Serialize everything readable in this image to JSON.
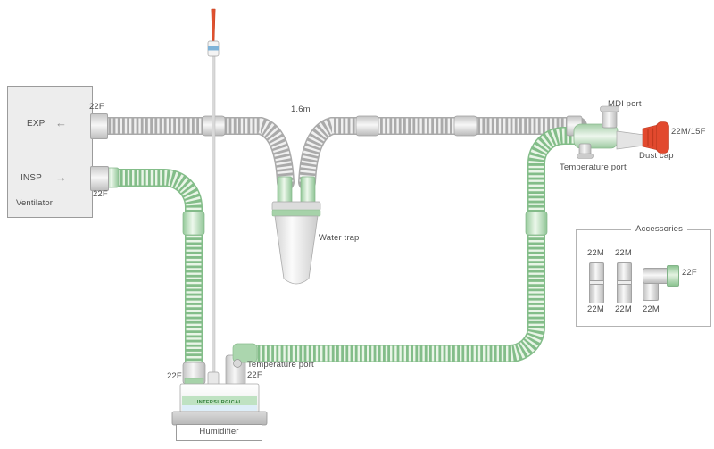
{
  "ventilator": {
    "title": "Ventilator",
    "exp": {
      "label": "EXP",
      "arrow": "←",
      "port_size": "22F"
    },
    "insp": {
      "label": "INSP",
      "arrow": "→",
      "port_size": "22F"
    }
  },
  "circuit": {
    "exp_limb_length": "1.6m",
    "water_trap_label": "Water trap"
  },
  "patient_end": {
    "mdi_port_label": "MDI port",
    "connector_size": "22M/15F",
    "dust_cap_label": "Dust cap",
    "temperature_port_label": "Temperature port"
  },
  "humidifier": {
    "title": "Humidifier",
    "brand": "INTERSURGICAL",
    "inlet_size": "22F",
    "temperature_port_label": "Temperature port",
    "temperature_port_size": "22F"
  },
  "accessories": {
    "title": "Accessories",
    "straight_connectors": [
      {
        "top": "22M",
        "bottom": "22M"
      },
      {
        "top": "22M",
        "bottom": "22M"
      }
    ],
    "elbow": {
      "bottom": "22M",
      "side": "22F"
    }
  },
  "colors": {
    "tube_green": "#8cc491",
    "tube_gray": "#aaaaaa",
    "dust_cap_red": "#e2492e"
  }
}
